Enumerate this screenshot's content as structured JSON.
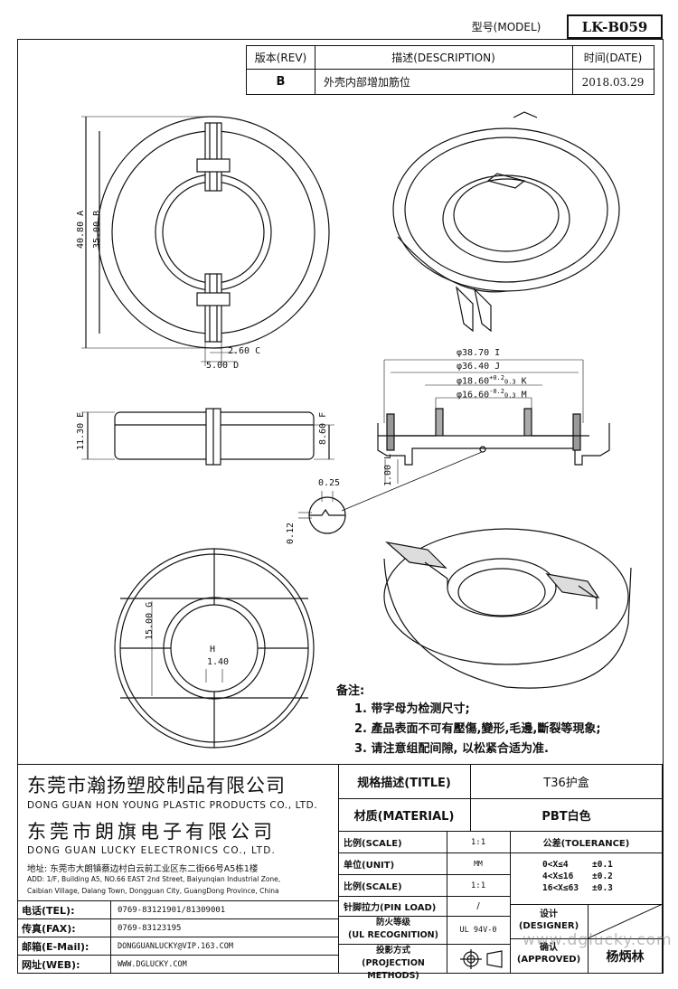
{
  "header": {
    "model_label": "型号(MODEL)",
    "model_value": "LK-B059",
    "rev_label": "版本(REV)",
    "desc_label": "描述(DESCRIPTION)",
    "date_label": "时间(DATE)",
    "rev_value": "B",
    "desc_value": "外壳内部增加筋位",
    "date_value": "2018.03.29"
  },
  "dimensions": {
    "d1": "40.80",
    "d2": "35.00",
    "d3": "2.60",
    "d4": "5.00",
    "d5": "φ38.70",
    "d6": "φ36.40",
    "d7": "φ18.60",
    "d7_tol_top": "+0.2",
    "d7_tol_bot": "0.3",
    "d8": "φ16.60",
    "d8_tol_top": "-0.2",
    "d8_tol_bot": "0.3",
    "d9": "11.30",
    "d10": "8.60",
    "d11": "1.00",
    "d12": "0.25",
    "d13": "0.12",
    "d14": "15.00",
    "d15": "1.40",
    "mark_a": "A",
    "mark_b": "B",
    "mark_c": "C",
    "mark_d": "D",
    "mark_e": "E",
    "mark_f": "F",
    "mark_g": "G",
    "mark_h": "H",
    "mark_i": "I",
    "mark_j": "J",
    "mark_k": "K",
    "mark_l": "L",
    "mark_m": "M"
  },
  "notes": {
    "title": "备注:",
    "items": [
      "1. 带字母为检测尺寸;",
      "2. 產品表面不可有壓傷,變形,毛邊,斷裂等現象;",
      "3. 请注意组配间隙, 以松紧合适为准."
    ]
  },
  "company": {
    "name_cn_1": "东莞市瀚扬塑胶制品有限公司",
    "name_en_1": "DONG GUAN HON YOUNG PLASTIC PRODUCTS CO., LTD.",
    "name_cn_2": "东莞市朗旗电子有限公司",
    "name_en_2": "DONG GUAN LUCKY ELECTRONICS CO., LTD.",
    "address_cn": "地址: 东莞市大朗镇蔡边村白云前工业区东二街66号A5栋1楼",
    "address_en_1": "ADD: 1/F, Building A5, NO.66 EAST 2nd Street, Baiyunqian Industrial Zone,",
    "address_en_2": "Caibian Village, Dalang Town, Dongguan City, GuangDong Province, China"
  },
  "contacts": [
    {
      "label": "电话(TEL):",
      "value": "0769-83121901/81309001"
    },
    {
      "label": "传真(FAX):",
      "value": "0769-83123195"
    },
    {
      "label": "邮箱(E-Mail):",
      "value": "DONGGUANLUCKY@VIP.163.COM"
    },
    {
      "label": "网址(WEB):",
      "value": "WWW.DGLUCKY.COM"
    }
  ],
  "spec": {
    "title_label": "规格描述(TITLE)",
    "title_value": "T36护盒",
    "material_label": "材质(MATERIAL)",
    "material_value": "PBT白色",
    "scale_label": "比例(SCALE)",
    "scale_value": "1:1",
    "unit_label": "单位(UNIT)",
    "unit_value": "MM",
    "scale2_label": "比例(SCALE)",
    "scale2_value": "1:1",
    "pin_label": "针脚拉力(PIN LOAD)",
    "pin_value": "/",
    "ul_label_1": "防火等级",
    "ul_label_2": "(UL RECOGNITION)",
    "ul_value": "UL 94V-0",
    "proj_label_1": "投影方式",
    "proj_label_2": "(PROJECTION METHODS)",
    "tolerance_label": "公差(TOLERANCE)",
    "tol_rows": [
      {
        "range": "0<X≤4",
        "value": "±0.1"
      },
      {
        "range": "4<X≤16",
        "value": "±0.2"
      },
      {
        "range": "16<X≤63",
        "value": "±0.3"
      }
    ],
    "designer_label_1": "设计",
    "designer_label_2": "(DESIGNER)",
    "approved_label_1": "确认",
    "approved_label_2": "(APPROVED)",
    "approved_value": "杨炳林",
    "watermark": "www.dglucky.com"
  }
}
